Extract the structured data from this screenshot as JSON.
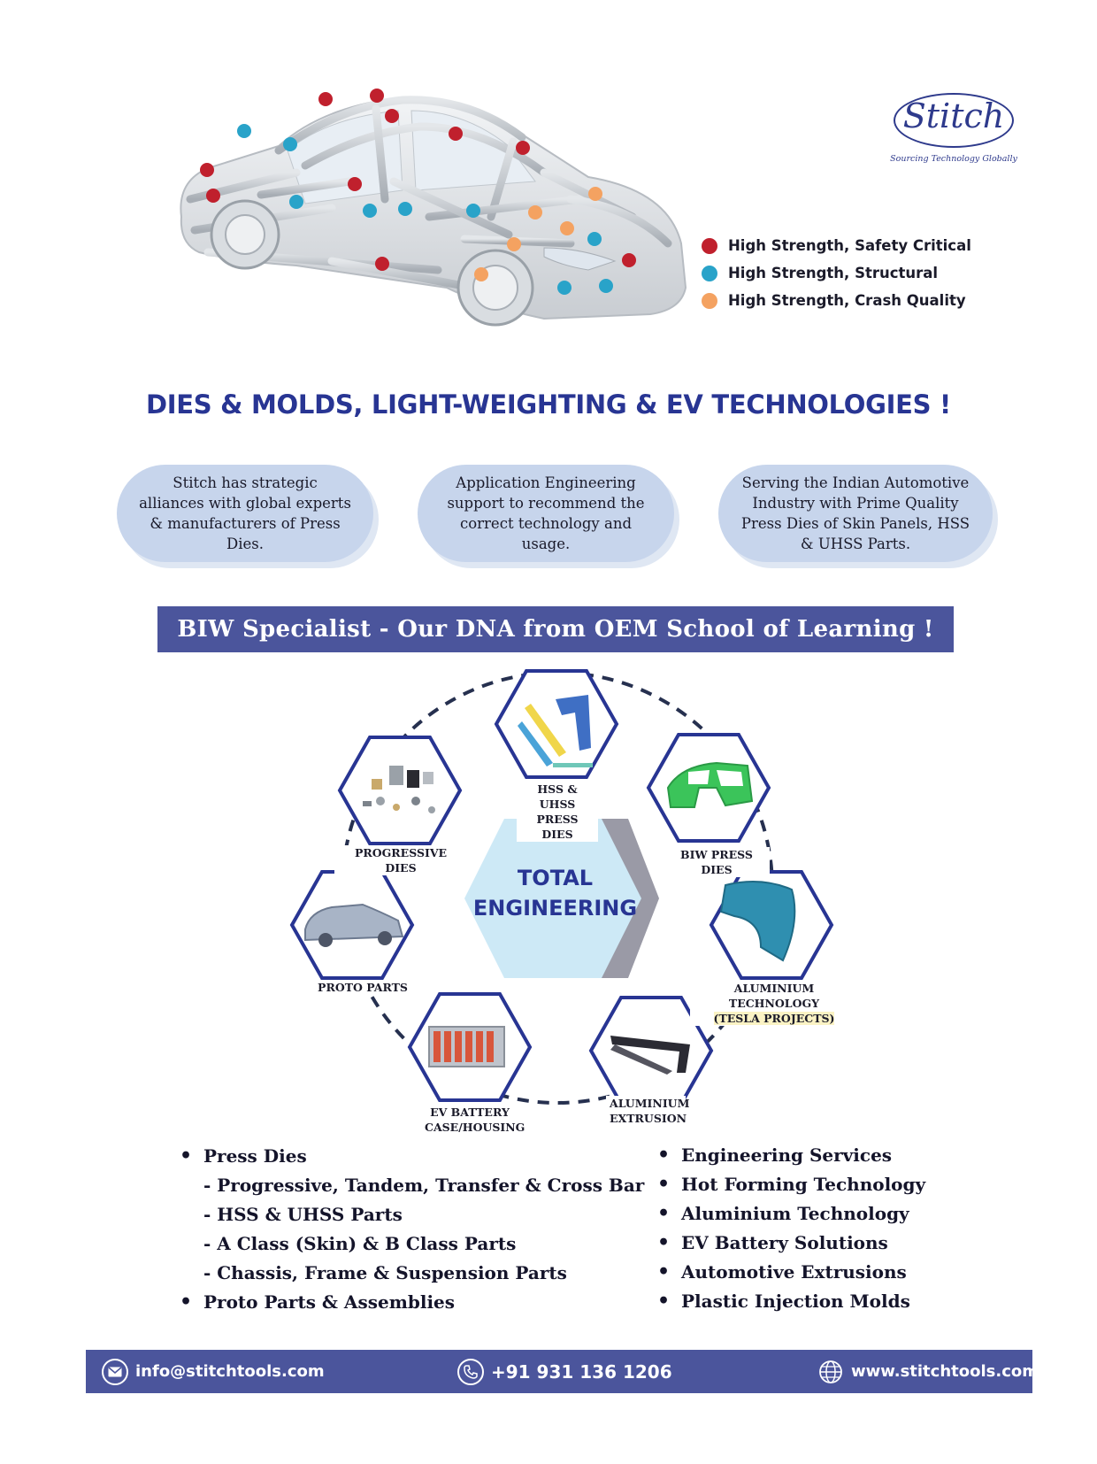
{
  "logo": {
    "wordmark": "Stitch",
    "tagline": "Sourcing Technology Globally",
    "color": "#2e3a8c"
  },
  "legend": {
    "items": [
      {
        "label": "High Strength, Safety Critical",
        "color": "#c0202d"
      },
      {
        "label": "High Strength, Structural",
        "color": "#29a3c9"
      },
      {
        "label": "High Strength, Crash Quality",
        "color": "#f4a261"
      }
    ]
  },
  "headline": "DIES & MOLDS, LIGHT-WEIGHTING & EV TECHNOLOGIES !",
  "pills": [
    {
      "text": "Stitch has strategic alliances with global experts & manufacturers of  Press Dies."
    },
    {
      "text": "Application Engineering support to recommend the correct technology and usage."
    },
    {
      "text": "Serving the Indian Automotive Industry  with Prime Quality Press Dies of  Skin Panels, HSS & UHSS Parts."
    }
  ],
  "banner": "BIW Specialist - Our DNA from OEM School of Learning !",
  "diagram": {
    "center": {
      "line1": "TOTAL",
      "line2": "ENGINEERING"
    },
    "nodes": {
      "hss": {
        "line1": "HSS & UHSS",
        "line2": "PRESS DIES",
        "image": "pillar-parts-icon"
      },
      "biw": {
        "line1": "BIW PRESS DIES",
        "image": "body-side-panel-icon"
      },
      "aluminium": {
        "line1": "ALUMINIUM TECHNOLOGY",
        "line2": "(TESLA PROJECTS)",
        "image": "fender-panel-icon"
      },
      "extrusion": {
        "line1": "ALUMINIUM",
        "line2": "EXTRUSION",
        "image": "extrusion-rail-icon"
      },
      "battery": {
        "line1": "EV BATTERY",
        "line2": "CASE/HOUSING",
        "image": "battery-case-icon"
      },
      "proto": {
        "line1": "PROTO  PARTS",
        "image": "proto-car-body-icon"
      },
      "progressive": {
        "line1": "PROGRESSIVE DIES",
        "image": "small-stamped-parts-icon"
      }
    },
    "colors": {
      "hex_border": "#283593",
      "center_fill": "#cde9f6",
      "center_shadow": "#9a9aa6"
    }
  },
  "services_left": [
    {
      "type": "bullet",
      "text": "Press Dies"
    },
    {
      "type": "sub",
      "text": "- Progressive, Tandem, Transfer & Cross Bar"
    },
    {
      "type": "sub",
      "text": "- HSS & UHSS Parts"
    },
    {
      "type": "sub",
      "text": "- A Class (Skin) & B Class Parts"
    },
    {
      "type": "sub",
      "text": "- Chassis, Frame & Suspension Parts"
    },
    {
      "type": "bullet",
      "text": "Proto Parts & Assemblies"
    }
  ],
  "services_right": [
    {
      "type": "bullet",
      "text": "Engineering Services"
    },
    {
      "type": "bullet",
      "text": "Hot Forming Technology"
    },
    {
      "type": "bullet",
      "text": "Aluminium Technology"
    },
    {
      "type": "bullet",
      "text": "EV Battery Solutions"
    },
    {
      "type": "bullet",
      "text": "Automotive Extrusions"
    },
    {
      "type": "bullet",
      "text": "Plastic Injection Molds"
    }
  ],
  "footer": {
    "email": "info@stitchtools.com",
    "phone": "+91  931 136 1206",
    "website": "www.stitchtools.com",
    "email_icon": "envelope-icon",
    "phone_icon": "phone-icon",
    "web_icon": "globe-icon"
  },
  "colors": {
    "brand_blue": "#283593",
    "banner_bg": "#4b559c",
    "pill_bg": "#c7d5ec"
  }
}
